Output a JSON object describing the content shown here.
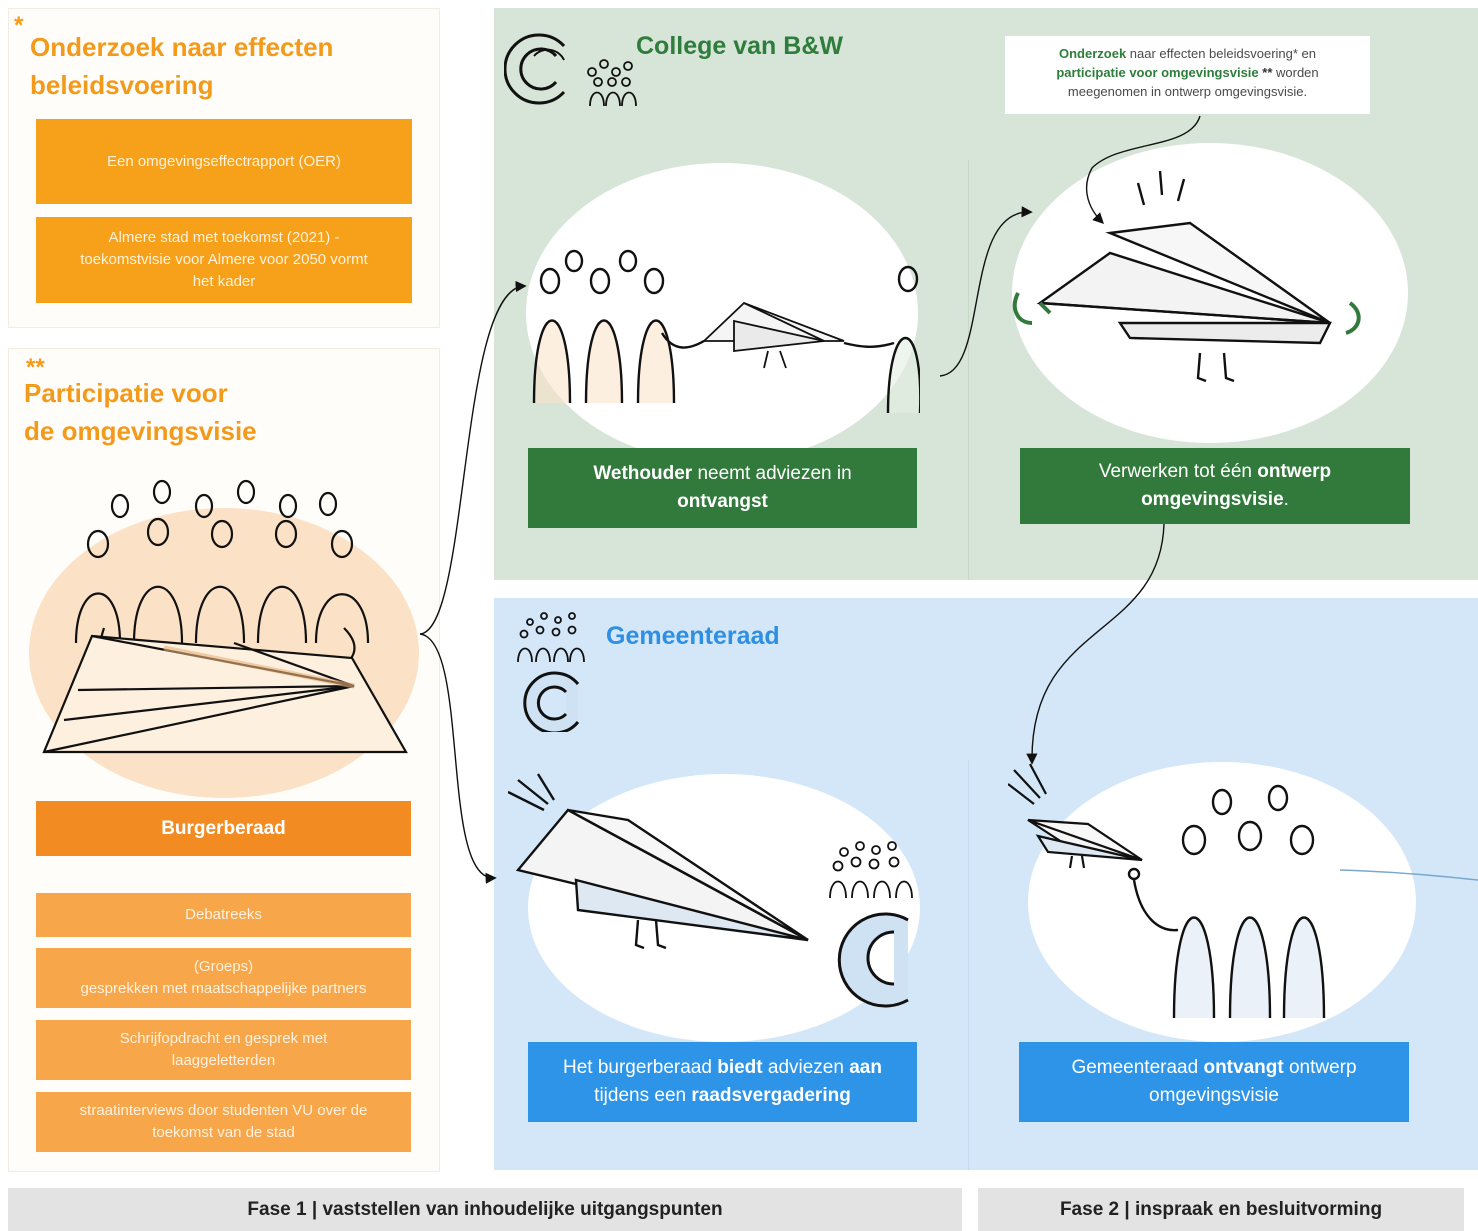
{
  "left_top": {
    "marker": "*",
    "title_line1": "Onderzoek naar effecten",
    "title_line2": "beleidsvoering",
    "box1": "Een omgevingseffectrapport (OER)",
    "box2_line1": "Almere stad met toekomst (2021) -",
    "box2_line2": "toekomstvisie voor Almere voor 2050 vormt",
    "box2_line3": "het kader"
  },
  "left_bottom": {
    "marker": "**",
    "title_line1": "Participatie voor",
    "title_line2": "de omgevingsvisie",
    "burgerberaad": "Burgerberaad",
    "item1": "Debatreeks",
    "item2_line1": "(Groeps)",
    "item2_line2": "gesprekken met maatschappelijke partners",
    "item3_line1": "Schrijfopdracht en gesprek met",
    "item3_line2": "laaggeletterden",
    "item4_line1": "straatinterviews door studenten VU over de",
    "item4_line2": "toekomst van de stad"
  },
  "college": {
    "title": "College van B&W",
    "box1_bold": "Wethouder",
    "box1_text": " neemt adviezen in",
    "box1_bold2": "ontvangst",
    "box2_text": "Verwerken tot één ",
    "box2_bold": "ontwerp",
    "box2_bold2": "omgevingsvisie",
    "box2_end": ".",
    "note_bold1": "Onderzoek",
    "note_text1": " naar effecten beleidsvoering* en",
    "note_bold2": "participatie voor omgevingsvisie",
    "note_stars": " **",
    "note_text2": " worden",
    "note_line3": "meegenomen in ontwerp omgevingsvisie."
  },
  "gemeenteraad": {
    "title": "Gemeenteraad",
    "box1_text1": "Het burgerberaad ",
    "box1_bold1": "biedt",
    "box1_text2": " adviezen ",
    "box1_bold2": "aan",
    "box1_text3": "tijdens een ",
    "box1_bold3": "raadsvergadering",
    "box2_text1": "Gemeenteraad ",
    "box2_bold": "ontvangt",
    "box2_text2": " ontwerp",
    "box2_line2": "omgevingsvisie"
  },
  "phases": {
    "phase1": "Fase 1 | vaststellen van inhoudelijke uitgangspunten",
    "phase2": "Fase 2 | inspraak en besluitvorming"
  },
  "colors": {
    "orange": "#f7a01a",
    "orange_dark": "#f28c22",
    "green": "#327a3c",
    "green_bg": "#d7e5d8",
    "blue": "#2e94e8",
    "blue_bg": "#d3e7f8"
  },
  "icons": [
    "paper-plane-icon",
    "people-group-icon",
    "almere-logo-icon",
    "handshake-icon"
  ]
}
